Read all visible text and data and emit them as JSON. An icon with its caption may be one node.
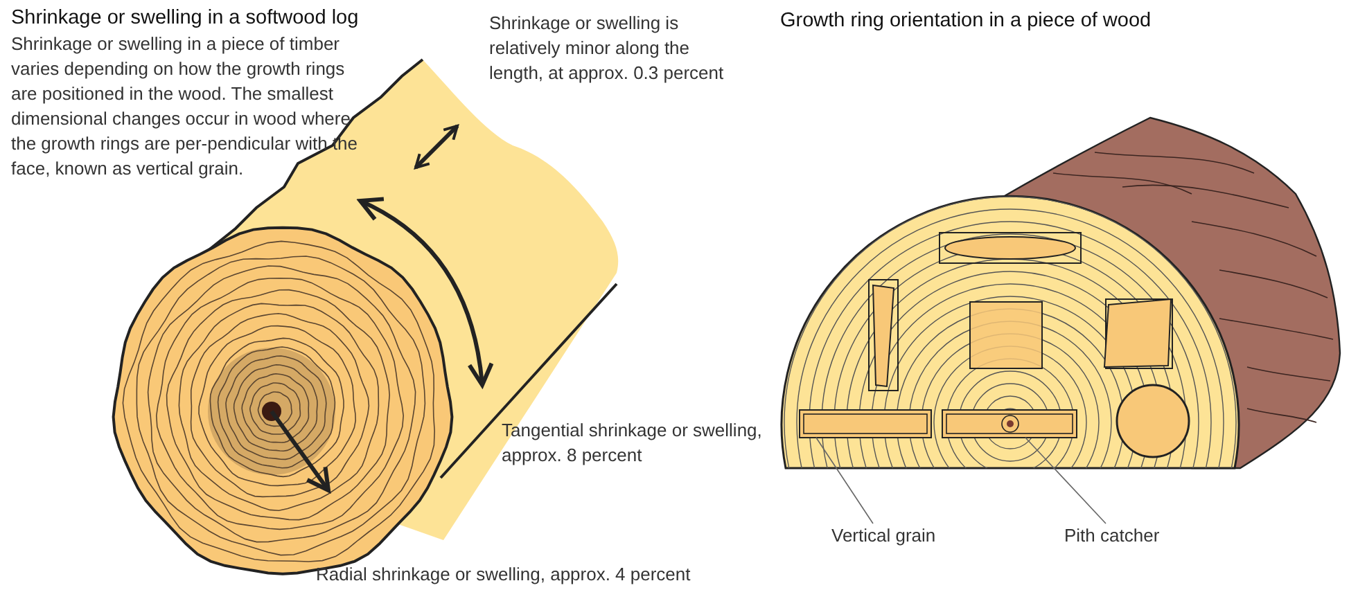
{
  "diagram": {
    "nodes": [
      {
        "text": [
          "Vertical grain"
        ]
      },
      {
        "text": [
          "Pith catcher"
        ]
      },
      {
        "text": [],
        "shape": "box"
      },
      {
        "text": [],
        "shape": "box"
      }
    ],
    "edges": [
      {
        "from": 0,
        "to": 2,
        "arrow": "none"
      },
      {
        "from": 1,
        "to": 3,
        "arrow": "none"
      }
    ],
    "labels": [
      "Shrinkage or swelling in a softwood log",
      "Shrinkage or swelling in a piece of timber varies depending on how the growth rings are positioned in the wood. The smallest dimensional changes occur in wood where the growth rings are per-pendicular with the face, known as vertical grain.",
      "Shrinkage or swelling is relatively minor along the length, at approx. 0.3 percent",
      "Growth ring orientation in a piece of wood",
      "Tangential shrinkage or swelling, approx. 8 percent",
      "Radial shrinkage or swelling, approx. 4 percent"
    ]
  }
}
